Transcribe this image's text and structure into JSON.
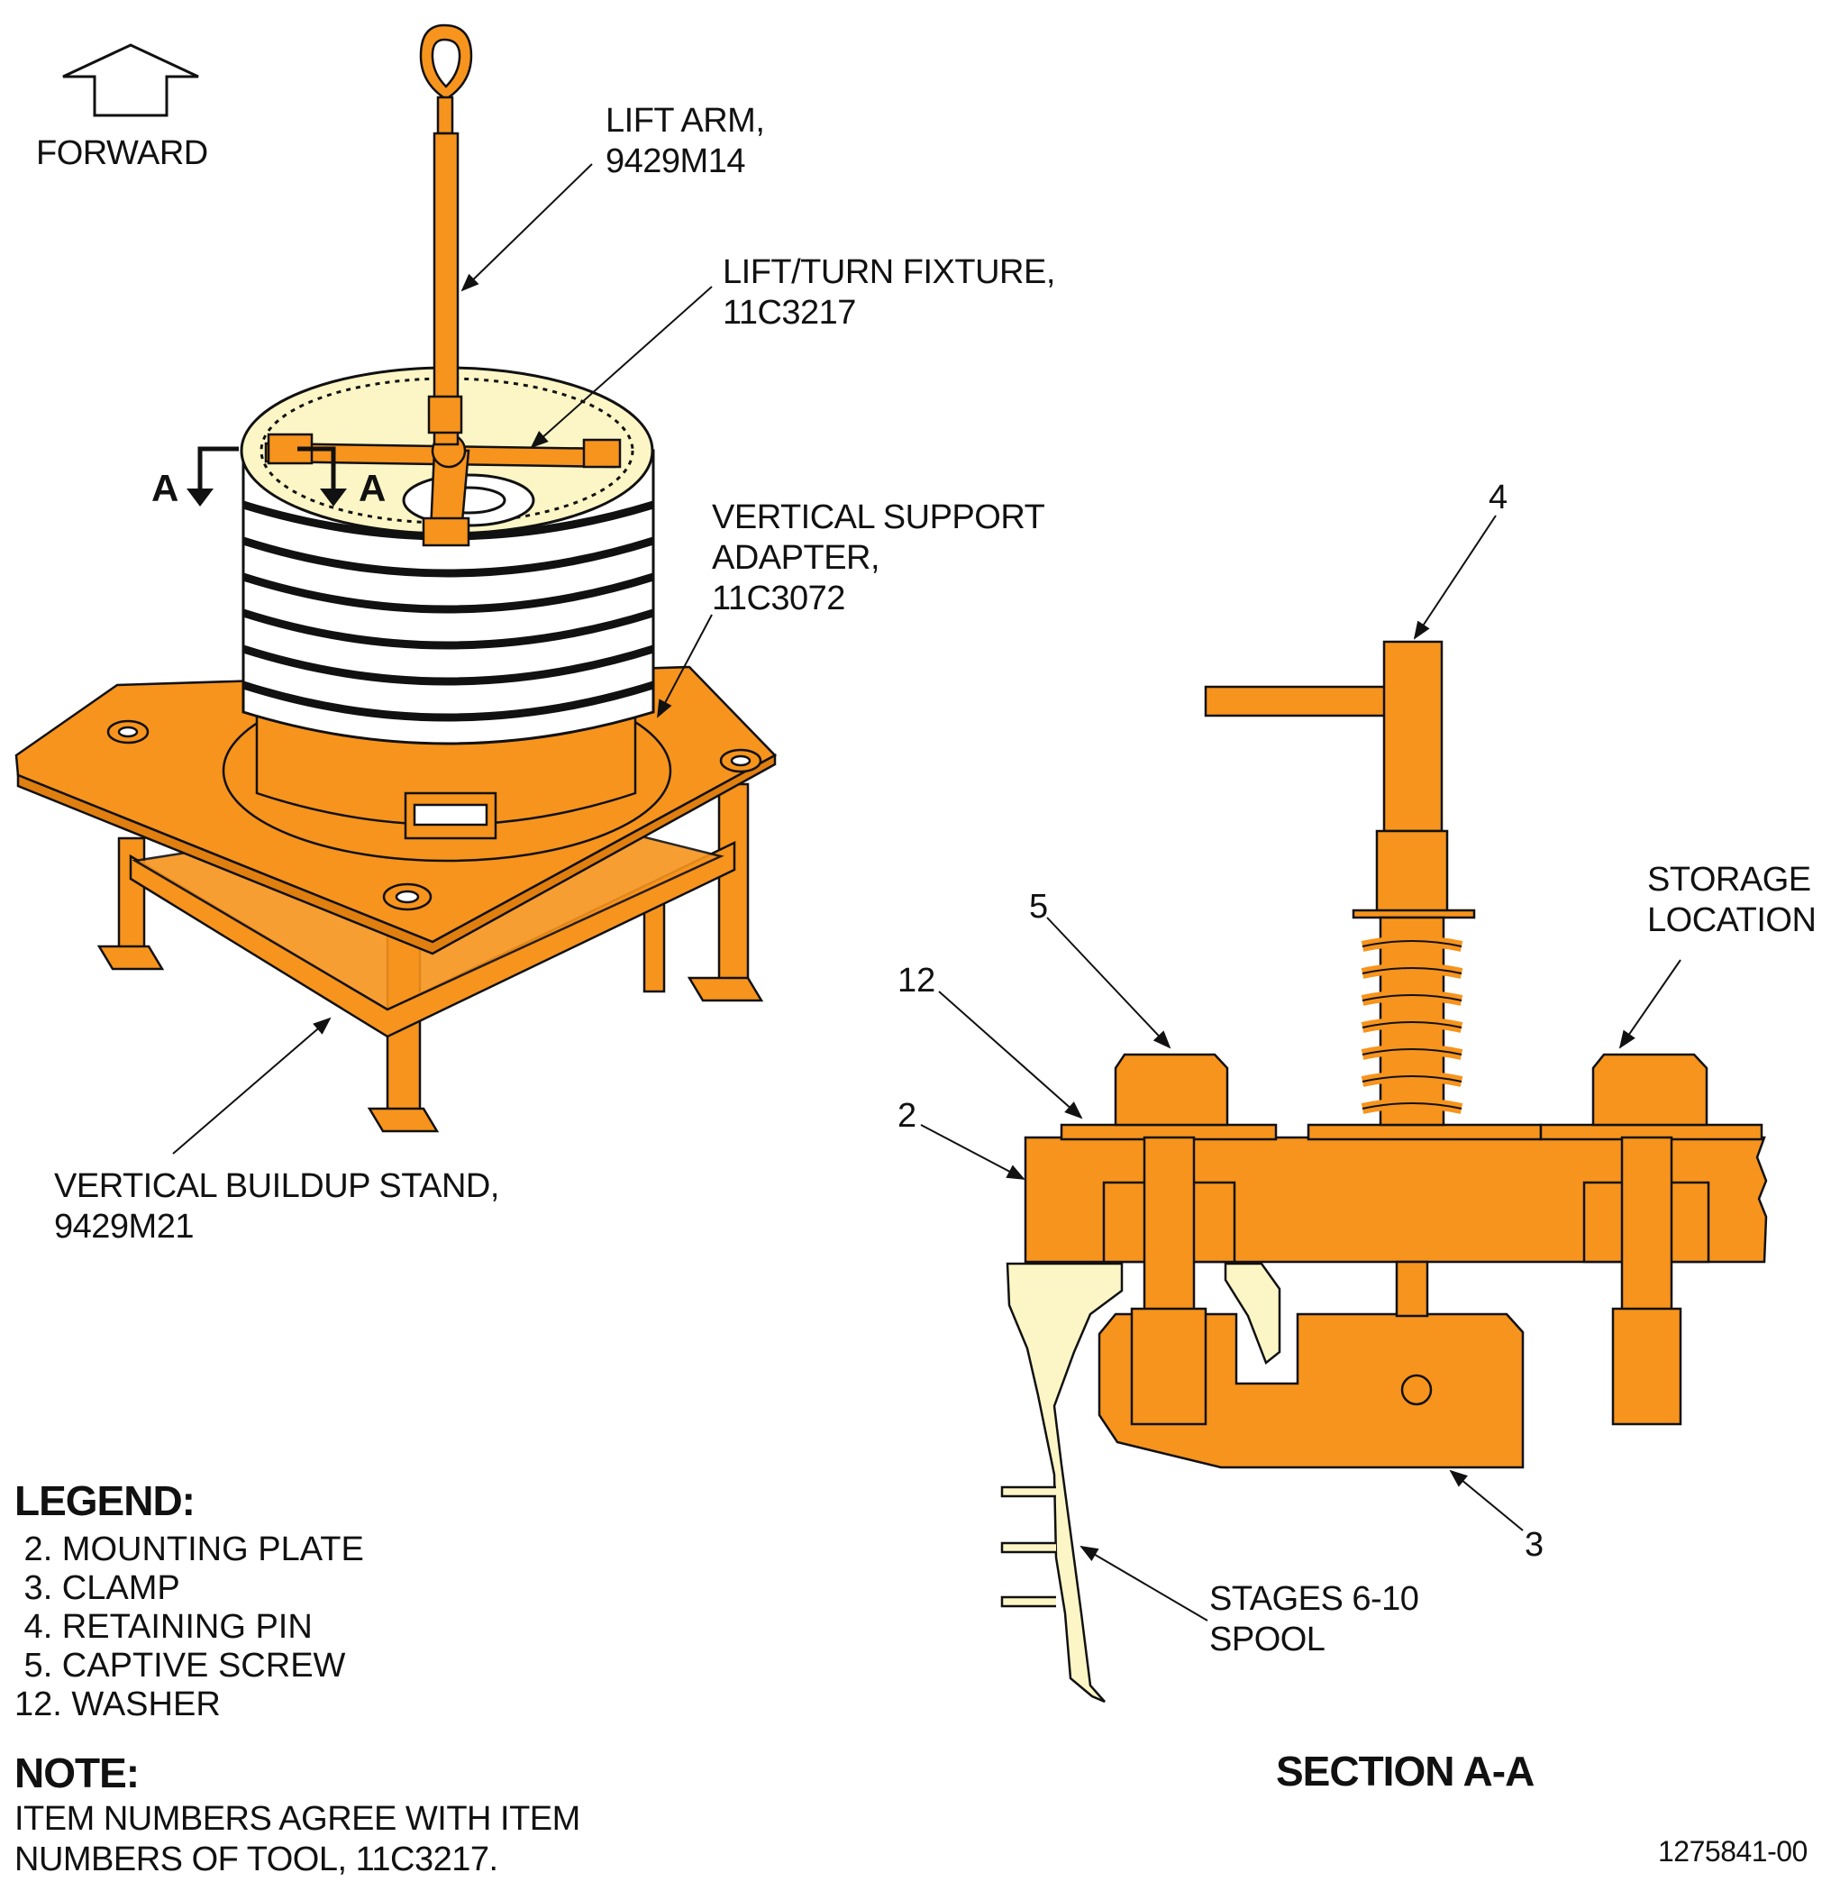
{
  "orientation": {
    "label": "FORWARD"
  },
  "callouts": {
    "lift_arm": [
      "LIFT ARM,",
      "9429M14"
    ],
    "lift_turn_fixture": [
      "LIFT/TURN FIXTURE,",
      "11C3217"
    ],
    "vertical_support_adapter": [
      "VERTICAL SUPPORT",
      "ADAPTER,",
      "11C3072"
    ],
    "vertical_buildup_stand": [
      "VERTICAL BUILDUP STAND,",
      "9429M21"
    ],
    "storage_location": [
      "STORAGE",
      "LOCATION"
    ],
    "stages_spool": [
      "STAGES 6-10",
      "SPOOL"
    ]
  },
  "section_marks": [
    "A",
    "A"
  ],
  "section_items": [
    "4",
    "5",
    "12",
    "2",
    "3"
  ],
  "section_title": "SECTION A-A",
  "legend": {
    "title": "LEGEND:",
    "items": [
      " 2. MOUNTING PLATE",
      " 3. CLAMP",
      " 4. RETAINING PIN",
      " 5. CAPTIVE SCREW",
      "12. WASHER"
    ]
  },
  "note": {
    "title": "NOTE:",
    "lines": [
      "ITEM NUMBERS AGREE WITH ITEM",
      "NUMBERS OF TOOL, 11C3217."
    ]
  },
  "figure_id": "1275841-00",
  "colors": {
    "tool_orange": "#F7941D",
    "spool_cream": "#FCF6C6",
    "line": "#111111"
  }
}
